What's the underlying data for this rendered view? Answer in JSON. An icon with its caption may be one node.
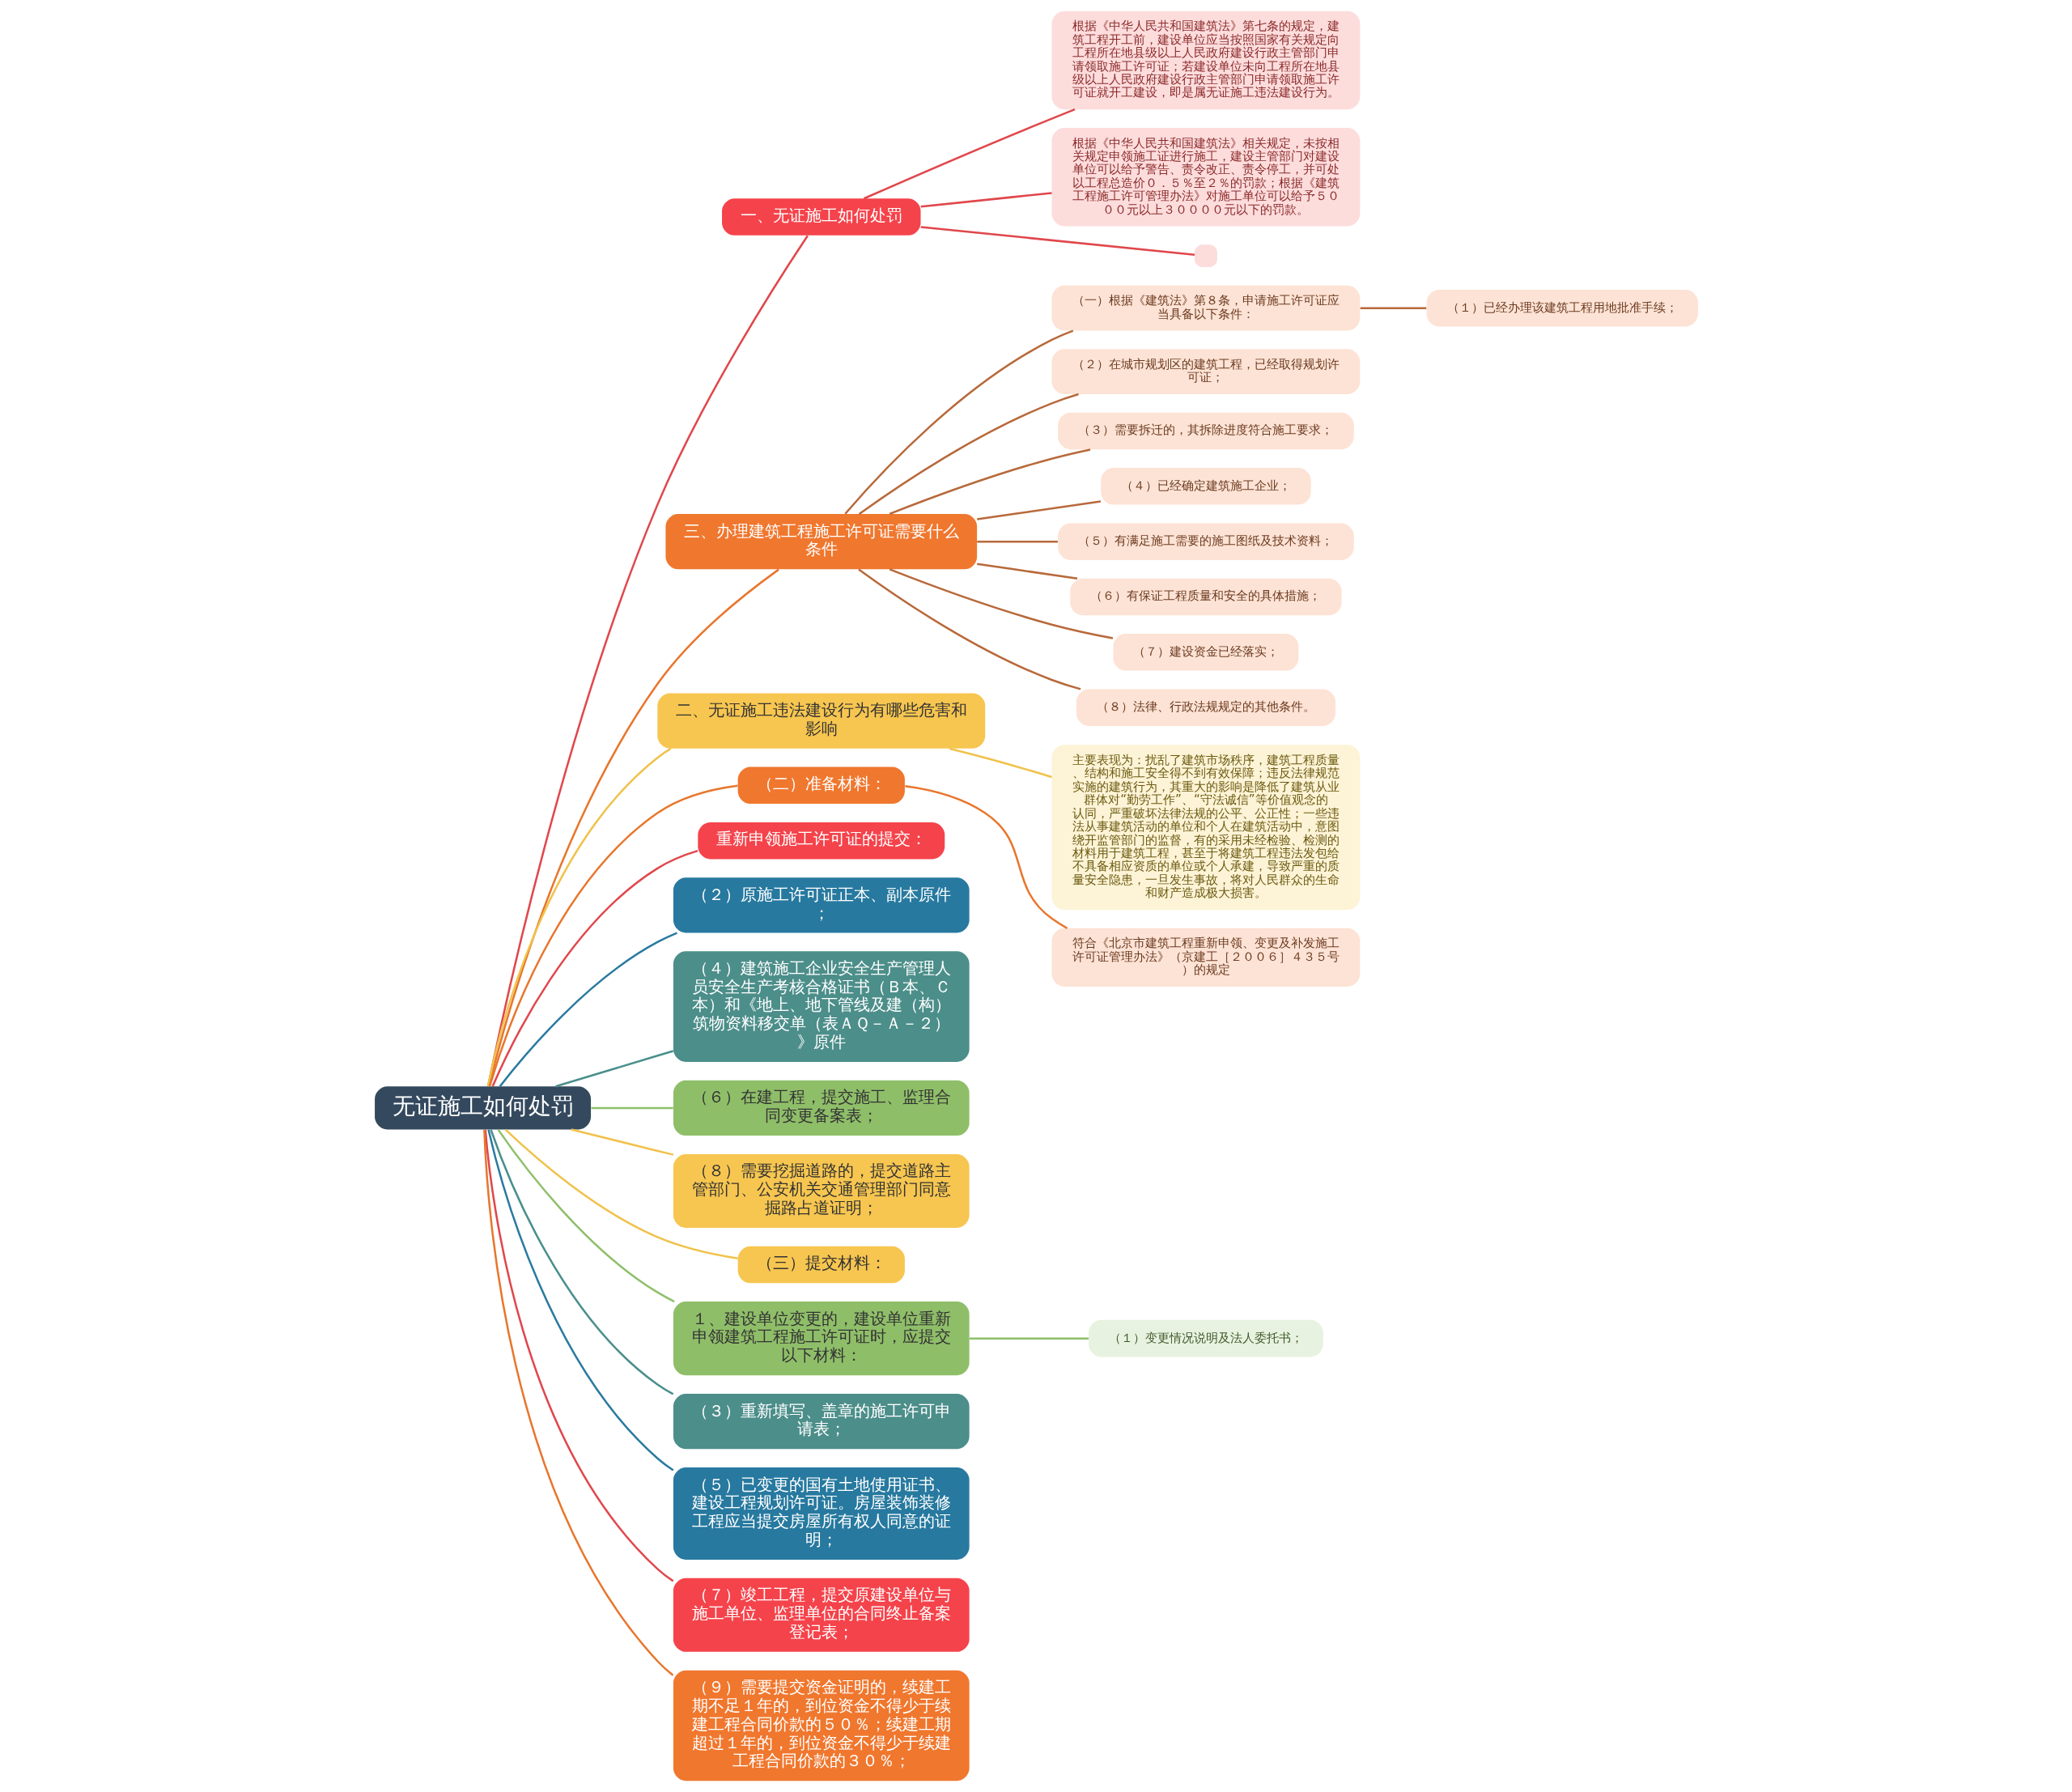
{
  "diagram": {
    "nodes": [
      {
        "text": [
          "无证施工如何处罚"
        ]
      },
      {
        "text": [
          "一、无证施工如何处罚"
        ]
      },
      {
        "text": [
          "根据《中华人民共和国建筑法》第七条的规定，建筑工程开工前，建设单位应当按照国家有关规定向工程所在地县级以上人民政府建设行政主管部门申请领取施工许可证；若建设单位未向工程所在地县级以上人民政府建设行政主管部门申请领取施工许可证就开工建设，即是属无证施工违法建设行为。"
        ]
      },
      {
        "text": [
          "根据《中华人民共和国建筑法》相关规定，未按相关规定申领施工证进行施工，建设主管部门对建设单位可以给予警告、责令改正、责令停工，并可处以工程总造价０．５％至２％的罚款；根据《建筑工程施工许可管理办法》对施工单位可以给予５０００元以上３００００元以下的罚款。"
        ]
      },
      {
        "text": [],
        "shape": "box"
      },
      {
        "text": [
          "三、办理建筑工程施工许可证需要什么条件"
        ]
      },
      {
        "text": [
          "（一）根据《建筑法》第８条，申请施工许可证应当具备以下条件："
        ]
      },
      {
        "text": [
          "（１）已经办理该建筑工程用地批准手续；"
        ]
      },
      {
        "text": [
          "（２）在城市规划区的建筑工程，已经取得规划许可证；"
        ]
      },
      {
        "text": [
          "（３）需要拆迁的，其拆除进度符合施工要求；"
        ]
      },
      {
        "text": [
          "（４）已经确定建筑施工企业；"
        ]
      },
      {
        "text": [
          "（５）有满足施工需要的施工图纸及技术资料；"
        ]
      },
      {
        "text": [
          "（６）有保证工程质量和安全的具体措施；"
        ]
      },
      {
        "text": [
          "（７）建设资金已经落实；"
        ]
      },
      {
        "text": [
          "（８）法律、行政法规规定的其他条件。"
        ]
      },
      {
        "text": [
          "二、无证施工违法建设行为有哪些危害和影响"
        ]
      },
      {
        "text": [
          "主要表现为：扰乱了建筑市场秩序，建筑工程质量、结构和施工安全得不到有效保障；违反法律规范实施的建筑行为，其重大的影响是降低了建筑从业群体对“勤劳工作”、“守法诚信”等价值观念的认同，严重破坏法律法规的公平、公正性；一些违法从事建筑活动的单位和个人在建筑活动中，意图绕开监管部门的监督，有的采用未经检验、检测的材料用于建筑工程，甚至于将建筑工程违法发包给不具备相应资质的单位或个人承建，导致严重的质量安全隐患，一旦发生事故，将对人民群众的生命和财产造成极大损害。"
        ]
      },
      {
        "text": [
          "（二）准备材料："
        ]
      },
      {
        "text": [
          "符合《北京市建筑工程重新申领、变更及补发施工许可证管理办法》（京建工［２００６］４３５号）的规定"
        ]
      },
      {
        "text": [
          "重新申领施工许可证的提交："
        ]
      },
      {
        "text": [
          "（２）原施工许可证正本、副本原件；"
        ]
      },
      {
        "text": [
          "（４）建筑施工企业安全生产管理人员安全生产考核合格证书（Ｂ本、Ｃ本）和《地上、地下管线及建（构）筑物资料移交单（表ＡＱ－Ａ－２）》原件"
        ]
      },
      {
        "text": [
          "（６）在建工程，提交施工、监理合同变更备案表；"
        ]
      },
      {
        "text": [
          "（８）需要挖掘道路的，提交道路主管部门、公安机关交通管理部门同意掘路占道证明；"
        ]
      },
      {
        "text": [
          "（三）提交材料："
        ]
      },
      {
        "text": [
          "１、建设单位变更的，建设单位重新申领建筑工程施工许可证时，应提交以下材料："
        ]
      },
      {
        "text": [
          "（１）变更情况说明及法人委托书；"
        ]
      },
      {
        "text": [
          "（３）重新填写、盖章的施工许可申请表；"
        ]
      },
      {
        "text": [
          "（５）已变更的国有土地使用证书、建设工程规划许可证。房屋装饰装修工程应当提交房屋所有权人同意的证明；"
        ]
      },
      {
        "text": [
          "（７）竣工工程，提交原建设单位与施工单位、监理单位的合同终止备案登记表；"
        ]
      },
      {
        "text": [
          "（９）需要提交资金证明的，续建工期不足１年的，到位资金不得少于续建工程合同价款的５０％；续建工期超过１年的，到位资金不得少于续建工程合同价款的３０％；"
        ]
      }
    ],
    "edges": [
      {
        "from": 0,
        "to": 1,
        "arrow": "none",
        "color": "#e0474c"
      },
      {
        "from": 1,
        "to": 2,
        "arrow": "none",
        "color": "#e0474c"
      },
      {
        "from": 1,
        "to": 3,
        "arrow": "none",
        "color": "#e0474c"
      },
      {
        "from": 1,
        "to": 4,
        "arrow": "none",
        "color": "#e0474c"
      },
      {
        "from": 0,
        "to": 5,
        "arrow": "none",
        "color": "#e8762d"
      },
      {
        "from": 5,
        "to": 6,
        "arrow": "none",
        "color": "#b8693a"
      },
      {
        "from": 6,
        "to": 7,
        "arrow": "none",
        "color": "#b8693a"
      },
      {
        "from": 5,
        "to": 8,
        "arrow": "none",
        "color": "#b8693a"
      },
      {
        "from": 5,
        "to": 9,
        "arrow": "none",
        "color": "#b8693a"
      },
      {
        "from": 5,
        "to": 10,
        "arrow": "none",
        "color": "#b8693a"
      },
      {
        "from": 5,
        "to": 11,
        "arrow": "none",
        "color": "#b8693a"
      },
      {
        "from": 5,
        "to": 12,
        "arrow": "none",
        "color": "#b8693a"
      },
      {
        "from": 5,
        "to": 13,
        "arrow": "none",
        "color": "#b8693a"
      },
      {
        "from": 5,
        "to": 14,
        "arrow": "none",
        "color": "#b8693a"
      },
      {
        "from": 0,
        "to": 15,
        "arrow": "none",
        "color": "#f0c24b"
      },
      {
        "from": 15,
        "to": 16,
        "arrow": "none",
        "color": "#f0c24b"
      },
      {
        "from": 0,
        "to": 17,
        "arrow": "none",
        "color": "#e8762d"
      },
      {
        "from": 17,
        "to": 18,
        "arrow": "none",
        "color": "#e8762d"
      },
      {
        "from": 0,
        "to": 19,
        "arrow": "none",
        "color": "#e0474c"
      },
      {
        "from": 0,
        "to": 20,
        "arrow": "none",
        "color": "#2a7aa0"
      },
      {
        "from": 0,
        "to": 21,
        "arrow": "none",
        "color": "#4a8f8c"
      },
      {
        "from": 0,
        "to": 22,
        "arrow": "none",
        "color": "#8fbf6a"
      },
      {
        "from": 0,
        "to": 23,
        "arrow": "none",
        "color": "#f0c24b"
      },
      {
        "from": 0,
        "to": 24,
        "arrow": "none",
        "color": "#f0c24b"
      },
      {
        "from": 0,
        "to": 25,
        "arrow": "none",
        "color": "#8fbf6a"
      },
      {
        "from": 25,
        "to": 26,
        "arrow": "none",
        "color": "#8fbf6a"
      },
      {
        "from": 0,
        "to": 27,
        "arrow": "none",
        "color": "#4a8f8c"
      },
      {
        "from": 0,
        "to": 28,
        "arrow": "none",
        "color": "#2a7aa0"
      },
      {
        "from": 0,
        "to": 29,
        "arrow": "none",
        "color": "#e0474c"
      },
      {
        "from": 0,
        "to": 30,
        "arrow": "none",
        "color": "#e8762d"
      }
    ]
  }
}
